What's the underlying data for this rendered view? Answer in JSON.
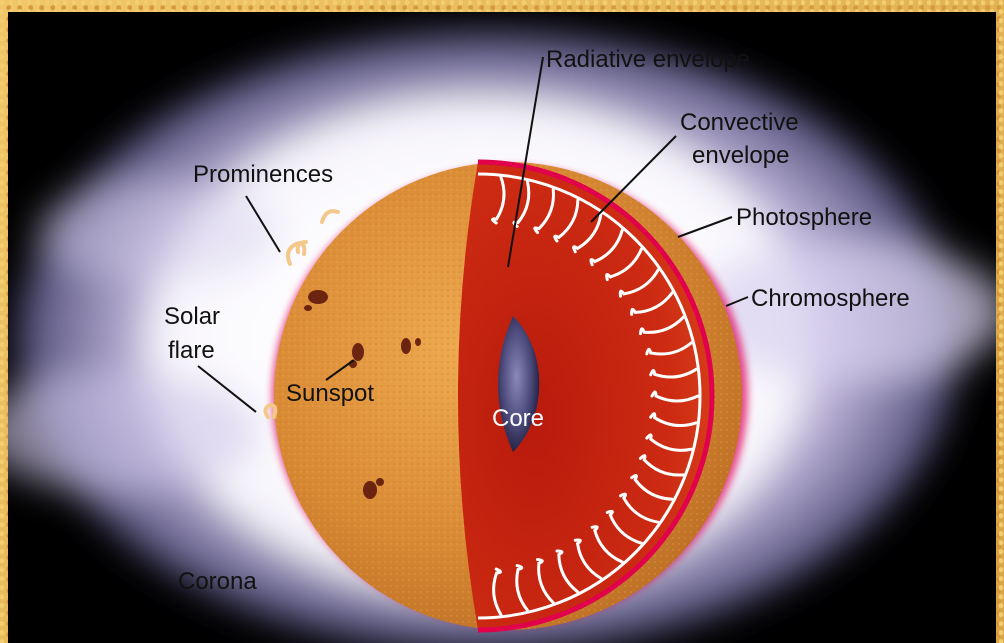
{
  "labels": {
    "radiative_envelope": "Radiative envelope",
    "convective_envelope_line1": "Convective",
    "convective_envelope_line2": "envelope",
    "photosphere": "Photosphere",
    "chromosphere": "Chromosphere",
    "prominences": "Prominences",
    "solar_flare_line1": "Solar",
    "solar_flare_line2": "flare",
    "sunspot": "Sunspot",
    "core": "Core",
    "corona": "Corona"
  },
  "colors": {
    "background": "#000000",
    "corona": "#f6f0ff",
    "surface": "#e09a3e",
    "interior": "#c8200e",
    "convective_cells": "#ffffff",
    "core": "#4a4878",
    "chromosphere": "#e0004c",
    "frame": "#e7b85a"
  }
}
